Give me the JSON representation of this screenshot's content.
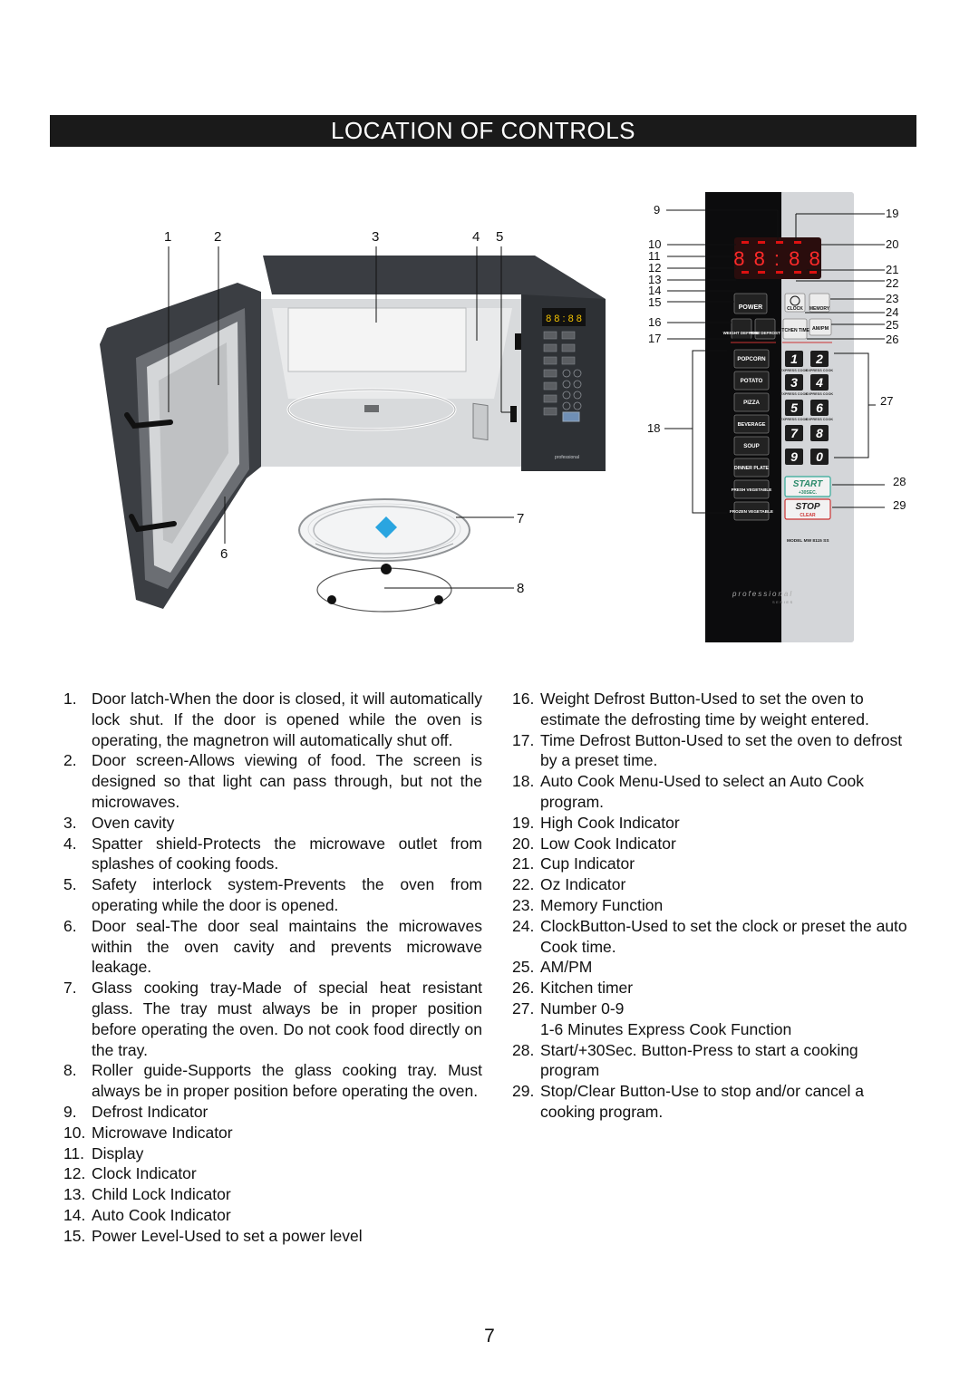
{
  "title": "LOCATION OF CONTROLS",
  "callouts": {
    "c1": "1",
    "c2": "2",
    "c3": "3",
    "c4": "4",
    "c5": "5",
    "c6": "6",
    "c7": "7",
    "c8": "8",
    "c9": "9",
    "c10": "10",
    "c11": "11",
    "c12": "12",
    "c13": "13",
    "c14": "14",
    "c15": "15",
    "c16": "16",
    "c17": "17",
    "c18": "18",
    "c19": "19",
    "c20": "20",
    "c21": "21",
    "c22": "22",
    "c23": "23",
    "c24": "24",
    "c25": "25",
    "c26": "26",
    "c27": "27",
    "c28": "28",
    "c29": "29"
  },
  "panel": {
    "display": "8 8 : 8 8",
    "power": "POWER",
    "clock": "CLOCK",
    "memory": "MEMORY",
    "weight_defrost": "WEIGHT DEFROST",
    "time_defrost": "TIME DEFROST",
    "kitchen_timer": "KITCHEN TIMER",
    "ampm": "AM/PM",
    "popcorn": "POPCORN",
    "potato": "POTATO",
    "pizza": "PIZZA",
    "beverage": "BEVERAGE",
    "soup": "SOUP",
    "dinner_plate": "DINNER PLATE",
    "fresh_vegetable": "FRESH VEGETABLE",
    "frozen_vegetable": "FROZEN VEGETABLE",
    "digits": [
      "1",
      "2",
      "3",
      "4",
      "5",
      "6",
      "7",
      "8",
      "9",
      "0"
    ],
    "express_cook": "EXPRESS COOK",
    "start": "START",
    "start_sub": "+30SEC.",
    "stop": "STOP",
    "stop_sub": "CLEAR",
    "model": "MODEL   MW 8115 SS",
    "brand": "professional",
    "brand_sub": "SERIES"
  },
  "oven_display": "8 8 : 8 8",
  "legend_left": [
    {
      "num": "1.",
      "text": "Door latch-When the door is closed, it will automatically lock shut. If the door is opened while the oven is operating, the magnetron will automatically shut off."
    },
    {
      "num": "2.",
      "text": "Door screen-Allows viewing of food. The screen is designed so that light can pass through, but not the microwaves."
    },
    {
      "num": "3.",
      "text": "Oven cavity"
    },
    {
      "num": "4.",
      "text": "Spatter shield-Protects the microwave outlet from splashes of cooking foods."
    },
    {
      "num": "5.",
      "text": "Safety interlock system-Prevents the oven from operating while the door is opened."
    },
    {
      "num": "6.",
      "text": "Door seal-The door seal maintains the microwaves within the oven cavity and prevents microwave leakage."
    },
    {
      "num": "7.",
      "text": "Glass cooking tray-Made of special heat resistant glass. The tray must always be in proper position before operating the oven. Do not cook food directly on the tray."
    },
    {
      "num": "8.",
      "text": "Roller guide-Supports the glass cooking tray. Must always be in proper position before operating the oven."
    },
    {
      "num": "9.",
      "text": "Defrost Indicator"
    },
    {
      "num": "10.",
      "text": "Microwave Indicator"
    },
    {
      "num": "11.",
      "text": "Display"
    },
    {
      "num": "12.",
      "text": "Clock Indicator"
    },
    {
      "num": "13.",
      "text": "Child Lock Indicator"
    },
    {
      "num": "14.",
      "text": "Auto Cook Indicator"
    },
    {
      "num": "15.",
      "text": "Power Level-Used to set a power level"
    }
  ],
  "legend_right": [
    {
      "num": "16.",
      "text": "Weight Defrost Button-Used to set the oven to estimate the defrosting time by weight entered."
    },
    {
      "num": "17.",
      "text": "Time Defrost Button-Used to set the oven to defrost by a preset time."
    },
    {
      "num": "18.",
      "text": "Auto Cook Menu-Used to select an Auto Cook program."
    },
    {
      "num": "19.",
      "text": "High Cook Indicator"
    },
    {
      "num": "20.",
      "text": "Low Cook Indicator"
    },
    {
      "num": "21.",
      "text": "Cup Indicator"
    },
    {
      "num": "22.",
      "text": "Oz Indicator"
    },
    {
      "num": "23.",
      "text": "Memory Function"
    },
    {
      "num": "24.",
      "text": "ClockButton-Used to set the clock or preset the auto Cook time."
    },
    {
      "num": "25.",
      "text": "AM/PM"
    },
    {
      "num": "26.",
      "text": "Kitchen timer"
    },
    {
      "num": "27.",
      "text": "Number 0-9"
    },
    {
      "num": "",
      "text": "1-6 Minutes Express Cook Function"
    },
    {
      "num": "28.",
      "text": "Start/+30Sec. Button-Press to start a cooking program"
    },
    {
      "num": "29.",
      "text": "Stop/Clear Button-Use to stop and/or cancel a cooking program."
    }
  ],
  "page_number": "7"
}
